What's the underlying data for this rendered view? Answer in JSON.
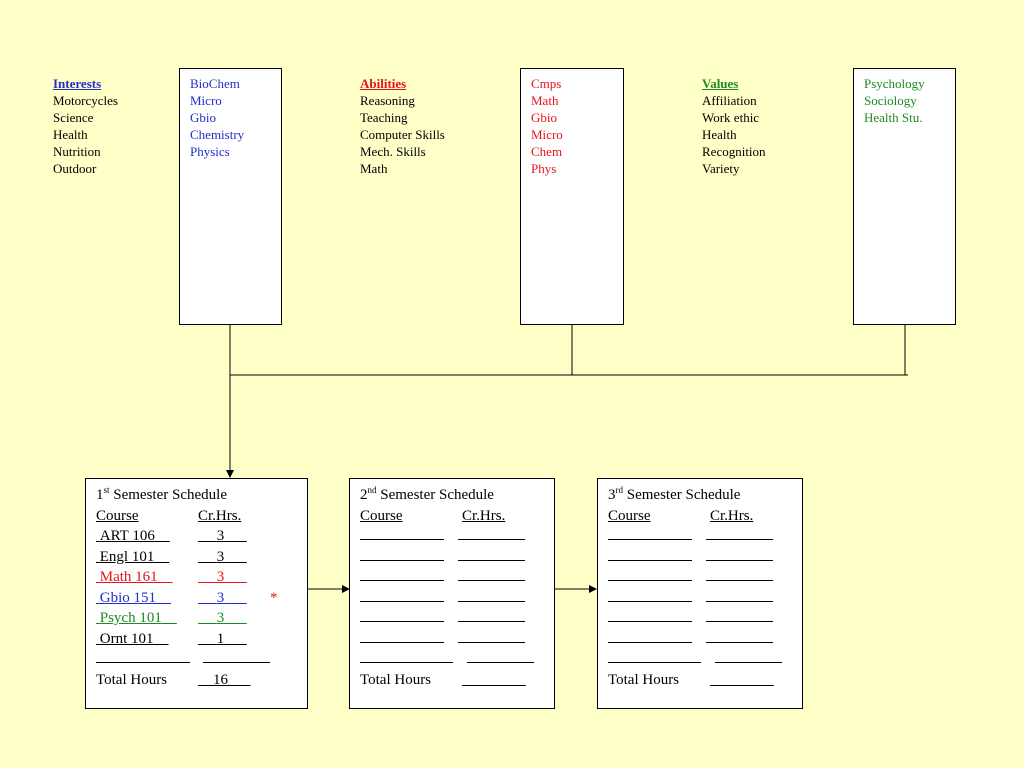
{
  "interests": {
    "heading": "Interests",
    "items": [
      "Motorcycles",
      "Science",
      "Health",
      "Nutrition",
      "Outdoor"
    ],
    "courses": [
      "BioChem",
      "Micro",
      "Gbio",
      "Chemistry",
      "Physics"
    ]
  },
  "abilities": {
    "heading": "Abilities",
    "items": [
      "Reasoning",
      "Teaching",
      "Computer Skills",
      "Mech. Skills",
      "Math"
    ],
    "courses": [
      "Cmps",
      "Math",
      "Gbio",
      "Micro",
      "Chem",
      "Phys"
    ]
  },
  "values": {
    "heading": "Values",
    "items": [
      "Affiliation",
      "Work ethic",
      "Health",
      "Recognition",
      "Variety"
    ],
    "courses": [
      "Psychology",
      "Sociology",
      "Health Stu."
    ]
  },
  "colors": {
    "background": "#FFFFC8",
    "interests": "#1F2FCC",
    "abilities": "#E8141A",
    "values": "#1E8A1E"
  },
  "schedules": [
    {
      "ordinal": "1",
      "suffix": "st",
      "title": "Semester Schedule",
      "course_header": "Course",
      "hours_header": "Cr.Hrs.",
      "courses": [
        {
          "name": "ART 106",
          "hours": "3",
          "color": "#000000"
        },
        {
          "name": "Engl 101",
          "hours": "3",
          "color": "#000000"
        },
        {
          "name": "Math 161",
          "hours": "3",
          "color": "#E8141A"
        },
        {
          "name": "Gbio 151",
          "hours": "3",
          "color": "#1F2FCC",
          "note": "*"
        },
        {
          "name": "Psych 101",
          "hours": "3",
          "color": "#1E8A1E"
        },
        {
          "name": "Ornt 101",
          "hours": "1",
          "color": "#000000"
        }
      ],
      "total_label": "Total Hours",
      "total": "16"
    },
    {
      "ordinal": "2",
      "suffix": "nd",
      "title": "Semester Schedule",
      "course_header": "Course",
      "hours_header": "Cr.Hrs.",
      "courses": [],
      "total_label": "Total Hours",
      "total": ""
    },
    {
      "ordinal": "3",
      "suffix": "rd",
      "title": "Semester Schedule",
      "course_header": "Course",
      "hours_header": "Cr.Hrs.",
      "courses": [],
      "total_label": "Total Hours",
      "total": ""
    }
  ]
}
